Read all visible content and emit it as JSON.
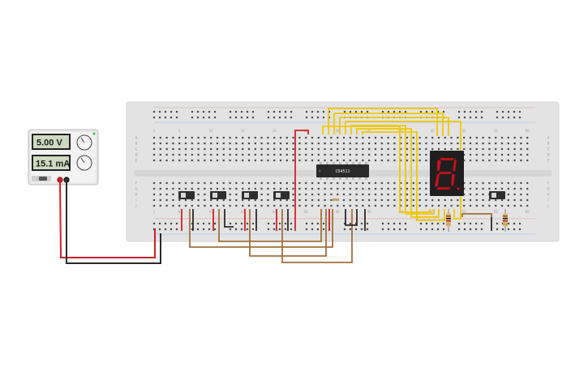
{
  "power_supply": {
    "voltage": "5.00 V",
    "current": "15.1 mA"
  },
  "breadboard": {
    "column_numbers": [
      "1",
      "5",
      "10",
      "15",
      "20",
      "25",
      "30",
      "35",
      "40",
      "45",
      "50",
      "55",
      "60"
    ],
    "row_letters_top": [
      "A",
      "B",
      "C",
      "D",
      "E"
    ],
    "row_letters_bottom": [
      "F",
      "G",
      "H",
      "I",
      "J"
    ]
  },
  "ic": {
    "label": "CD4511"
  },
  "display": {
    "digit": "8"
  },
  "colors": {
    "board": "#e3e3e3",
    "wire_red": "#d42020",
    "wire_black": "#2a2a2a",
    "wire_brown": "#a0703c",
    "wire_yellow": "#f0c800",
    "seg_on": "#c0141e",
    "display_body": "#1f1f1f"
  }
}
